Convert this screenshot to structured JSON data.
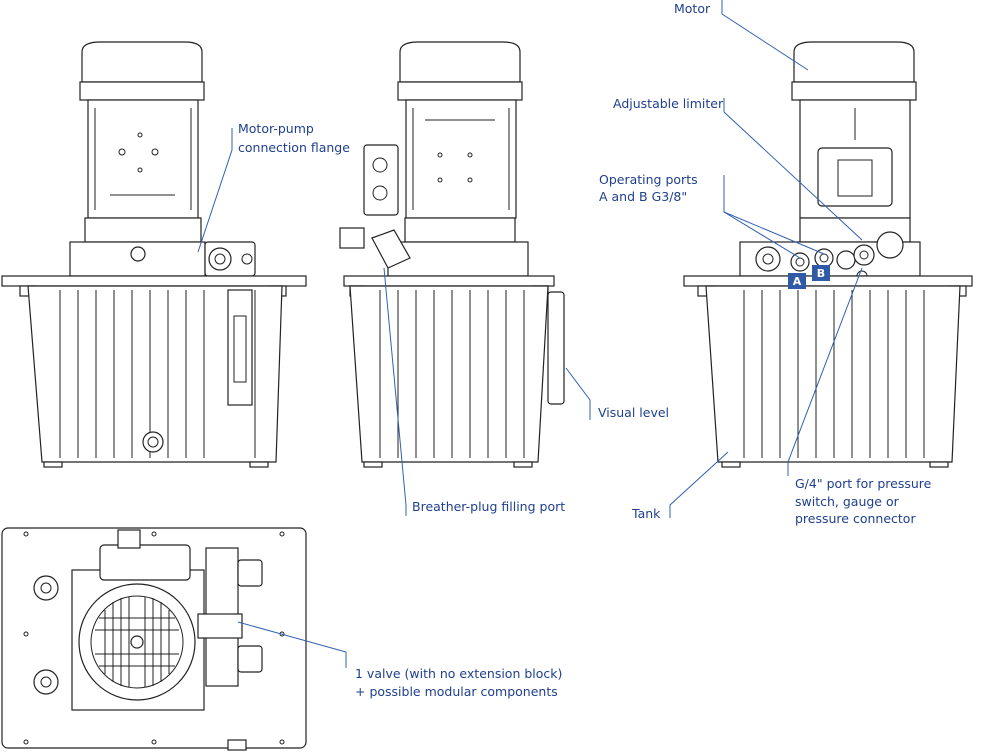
{
  "labels": {
    "motor": "Motor",
    "adjustable_limiter": "Adjustable limiter",
    "operating_ports_1": "Operating ports",
    "operating_ports_2": "A and B  G3/8\"",
    "motor_pump_flange_1": "Motor-pump",
    "motor_pump_flange_2": "connection flange",
    "visual_level": "Visual level",
    "breather_plug": "Breather-plug filling port",
    "tank": "Tank",
    "g4_port_1": "G/4\" port for pressure",
    "g4_port_2": "switch, gauge or",
    "g4_port_3": "pressure connector",
    "valve_1": "1 valve (with no extension block)",
    "valve_2": "+ possible modular components"
  },
  "badges": {
    "port_a": "A",
    "port_b": "B"
  },
  "colors": {
    "label_text": "#1f3f8f",
    "leader_line": "#3060b0",
    "badge_fill": "#2f5aa8",
    "drawing_line": "#222222"
  }
}
